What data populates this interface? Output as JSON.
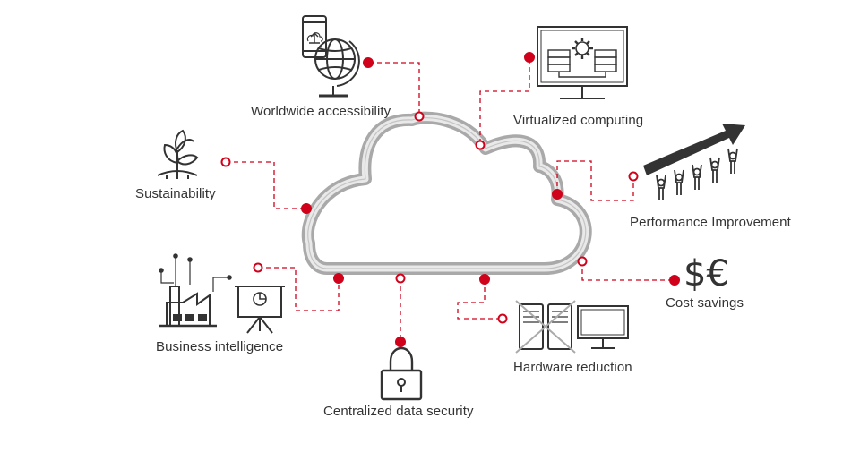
{
  "diagram": {
    "colors": {
      "accent": "#d0021b",
      "cloud_stroke": "#a9a9a9",
      "icon": "#333333"
    },
    "hub": {
      "shape": "cloud-icon"
    },
    "nodes": [
      {
        "id": "worldwide",
        "label": "Worldwide accessibility",
        "icon": "globe-phone-icon"
      },
      {
        "id": "virtualized",
        "label": "Virtualized computing",
        "icon": "monitor-servers-gear-icon"
      },
      {
        "id": "sustainability",
        "label": "Sustainability",
        "icon": "plant-icon"
      },
      {
        "id": "performance",
        "label": "Performance Improvement",
        "icon": "people-rising-arrow-icon"
      },
      {
        "id": "cost",
        "label": "Cost savings",
        "icon": "currency-icon",
        "symbol": "$€"
      },
      {
        "id": "business",
        "label": "Business intelligence",
        "icon": "factory-presentation-icon"
      },
      {
        "id": "security",
        "label": "Centralized data security",
        "icon": "padlock-icon"
      },
      {
        "id": "hardware",
        "label": "Hardware reduction",
        "icon": "servers-crossed-monitor-icon"
      }
    ]
  }
}
